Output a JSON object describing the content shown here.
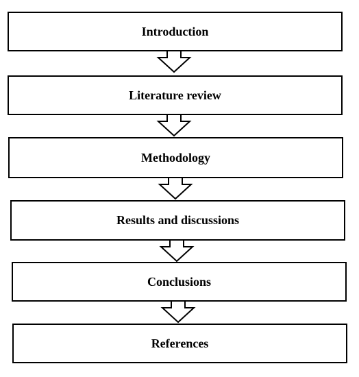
{
  "diagram": {
    "steps": [
      {
        "label": "Introduction"
      },
      {
        "label": "Literature review"
      },
      {
        "label": "Methodology"
      },
      {
        "label": "Results and discussions"
      },
      {
        "label": "Conclusions"
      },
      {
        "label": "References"
      }
    ],
    "colors": {
      "stroke": "#000000",
      "fill": "#ffffff",
      "text": "#000000"
    }
  }
}
